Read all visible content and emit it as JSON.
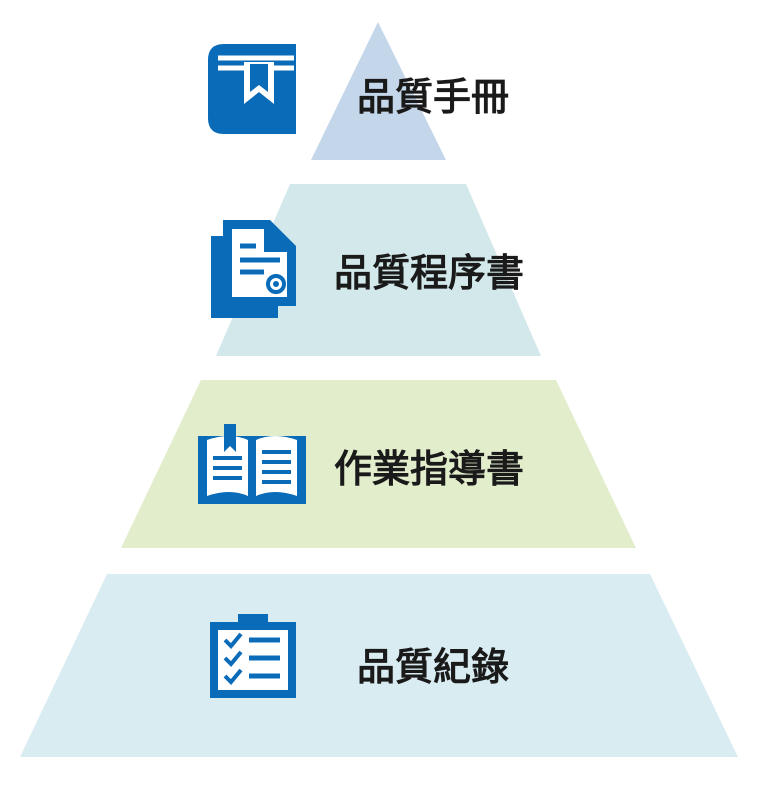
{
  "diagram": {
    "tiers": [
      {
        "label": "品質手冊",
        "icon": "book-bookmark-icon",
        "fill": "#c4d6ea"
      },
      {
        "label": "品質程序書",
        "icon": "certificate-documents-icon",
        "fill": "#d2e8ea"
      },
      {
        "label": "作業指導書",
        "icon": "open-book-icon",
        "fill": "#e2edcc"
      },
      {
        "label": "品質紀錄",
        "icon": "clipboard-checklist-icon",
        "fill": "#d9ecf2"
      }
    ],
    "icon_color": "#0a6bb8"
  }
}
